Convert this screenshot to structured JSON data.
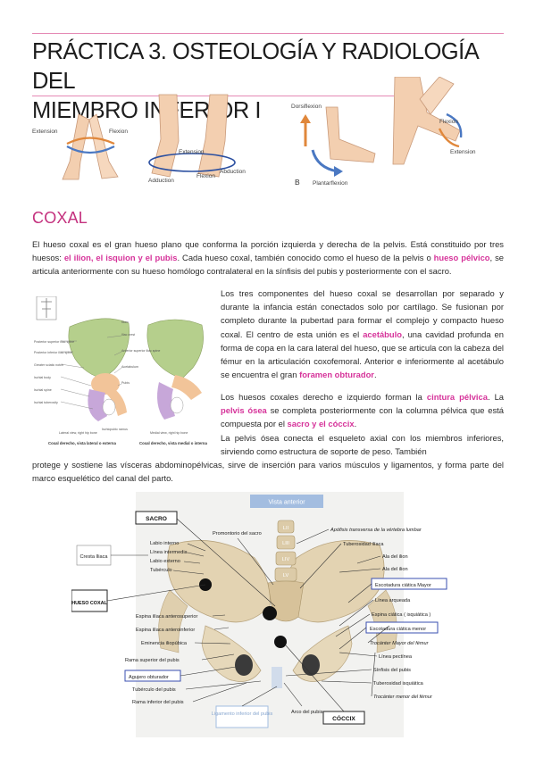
{
  "title": {
    "line1": "PRÁCTICA 3. OSTEOLOGÍA Y RADIOLOGÍA DEL",
    "line2": "MIEMBRO INFERIOR I"
  },
  "movements_figure": {
    "extension": "Extension",
    "flexion": "Flexion",
    "extension2": "Extension",
    "adduction_left": "Adduction",
    "flexion2": "Flexion",
    "adduction_right": "Abduction",
    "dorsiflexion": "Dorsiflexion",
    "b_label": "B",
    "plantarflexion": "Plantarflexion",
    "flexion3": "Flexion",
    "extension3": "Extension"
  },
  "section": {
    "heading": "COXAL"
  },
  "para1": {
    "t1": "El hueso coxal es el gran hueso plano que conforma la porción izquierda y derecha de la pelvis. Está constituido por tres huesos: ",
    "h1": "el ilion, el isquion y el pubis",
    "t2": ". Cada hueso coxal, también conocido como el hueso de la pelvis o ",
    "h2": "hueso pélvico",
    "t3": ", se articula anteriormente con su hueso homólogo contralateral en la sínfisis del pubis y posteriormente con el sacro."
  },
  "para2": {
    "t1": "Los tres componentes del hueso coxal se desarrollan por separado y durante la infancia están conectados solo por cartílago. Se fusionan por completo durante la pubertad para formar el complejo y compacto hueso coxal. El centro de esta unión es el ",
    "h1": "acetábulo",
    "t2": ", una cavidad profunda en forma de copa en la cara lateral del hueso, que se articula con la cabeza del fémur en la articulación coxofemoral. Anterior e inferiormente al acetábulo se encuentra el gran ",
    "h2": "foramen obturador",
    "t3": "."
  },
  "para3": {
    "t1": "Los huesos coxales derecho e izquierdo forman la ",
    "h1": "cintura pélvica",
    "t2": ". La ",
    "h2": "pelvis ósea",
    "t3": " se completa posteriormente con la columna pélvica que está compuesta por el ",
    "h3": "sacro y el cóccix",
    "t4": "."
  },
  "para4": {
    "line1": "La pelvis ósea conecta el esqueleto axial con los miembros inferiores, sirviendo como estructura de soporte de peso. También",
    "rest": "protege y sostiene las vísceras abdominopélvicas, sirve de inserción para varios músculos y ligamentos, y forma parte del marco esquelético del canal del parto."
  },
  "coxal_figure": {
    "caption_left": "Coxal derecho, vista lateral o externa",
    "caption_right": "Coxal derecho, vista medial o interna",
    "sub_left": "Lateral view, right hip bone",
    "sub_right": "Medial view, right hip bone",
    "labels": [
      "Ilium",
      "Iliac crest",
      "Anterior superior iliac spine",
      "Anterior inferior iliac spine",
      "Acetabulum",
      "Posterior superior iliac spine",
      "Posterior inferior iliac spine",
      "Greater sciatic notch",
      "Ischial body",
      "Ischial spine",
      "Lesser sciatic notch",
      "Ischium",
      "Obturator foramen",
      "Ischial tuberosity",
      "Pubis",
      "Ischiopubic ramus"
    ]
  },
  "pelvis_figure": {
    "header": "Vista anterior",
    "sacro": "SACRO",
    "promontorio": "Promontorio del sacro",
    "cresta": "Cresta Iliaca",
    "labio_interno": "Labio interno",
    "linea_intermedia": "Línea intermedia",
    "labio_externo": "Labio externo",
    "tuberculo": "Tubérculo",
    "hueso_coxal": "HUESO COXAL",
    "espina_antsup": "Espina ilíaca anterosuperior",
    "espina_antinf": "Espina ilíaca anteroinferior",
    "eminencia": "Eminencia iliopúbica",
    "rama_sup": "Rama superior del pubis",
    "agujero": "Agujero obturador",
    "tuberculo_pubis": "Tubérculo del pubis",
    "rama_inf": "Rama inferior del pubis",
    "ligamento": "Ligamento inferior del pubis",
    "arco": "Arco del pubis",
    "coccix": "CÓCCIX",
    "lii": "LII",
    "liii": "LIII",
    "liv": "LIV",
    "lv": "LV",
    "apofisis": "Apófisis transversa de la vértebra lumbar",
    "tuberosidad_iliaca": "Tuberosidad ilíaca",
    "ala_ilion1": "Ala del ilion",
    "ala_ilion2": "Ala del ilion",
    "escotadura_mayor": "Escotadura ciática Mayor",
    "linea_arqueada": "Línea arqueada",
    "espina_ciatica": "Espina ciática ( isquiática )",
    "escotadura_menor": "Escotadura ciática menor",
    "trocanter_mayor": "Trocánter Mayor del fémur",
    "linea_pectinea": "Línea pectínea",
    "sinfisis": "Sínfisis del pubis",
    "tuberosidad_isq": "Tuberosidad isquiática",
    "trocanter_menor": "Trocánter menor del fémur"
  }
}
